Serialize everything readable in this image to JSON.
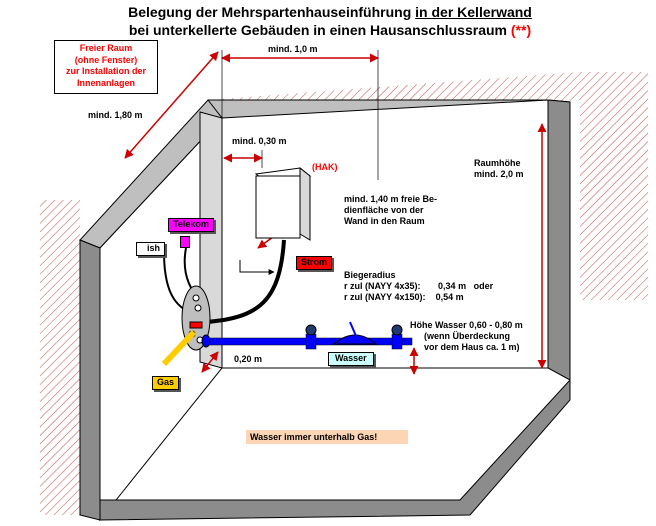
{
  "title": {
    "line1_pre": "Belegung der Mehrspartenhauseinführung ",
    "line1_underlined": "in der Kellerwand",
    "line2": "bei unterkellerte Gebäuden in einen Hausanschlussraum",
    "line2_mark": "(**)"
  },
  "free_space_box": {
    "line1": "Freier Raum",
    "line2": "(ohne Fenster)",
    "line3": "zur Installation  der",
    "line4": "Innenanlagen"
  },
  "labels": {
    "width_min": "mind. 1,0 m",
    "depth_min": "mind. 1,80 m",
    "hak_distance": "mind. 0,30 m",
    "hak": "(HAK)",
    "free_space_1": "mind. 1,40 m freie Be-",
    "free_space_2": "dienfläche von der",
    "free_space_3": "Wand in den Raum",
    "room_height_1": "Raumhöhe",
    "room_height_2": "mind. 2,0 m",
    "bend_title": "Biegeradius",
    "bend_r1_label": "r zul (NAYY 4x35):",
    "bend_r1_value": "0,34 m",
    "bend_or": "oder",
    "bend_r2_label": "r zul (NAYY 4x150):",
    "bend_r2_value": "0,54 m",
    "water_height_1": "Höhe Wasser 0,60 - 0,80 m",
    "water_height_2": "(wenn Überdeckung",
    "water_height_3": "vor dem Haus ca. 1 m)",
    "distance_020": "0,20 m"
  },
  "tags": {
    "telekom": "Telekom",
    "ish": "ish",
    "strom": "Strom",
    "wasser": "Wasser",
    "gas": "Gas"
  },
  "note": "Wasser immer unterhalb Gas!",
  "colors": {
    "wall": "#8c8c8c",
    "hatch": "#c0504d",
    "water_pipe": "#0000ff",
    "gas": "#ffcc00",
    "telekom": "#ff00ff",
    "strom": "#ff0000",
    "wasser_tag": "#ccffff",
    "note_bg": "#fcd5b4",
    "arrow": "#ff0000"
  }
}
